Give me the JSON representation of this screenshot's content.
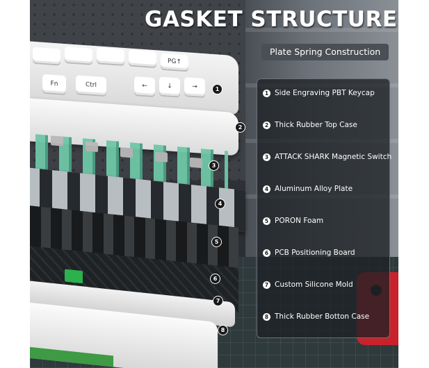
{
  "title": "GASKET STRUCTURE",
  "subtitle": "Plate Spring Construction",
  "keys": {
    "fn": "Fn",
    "ctrl": "Ctrl",
    "pg": "PG↑",
    "left": "←",
    "down": "↓",
    "right": "→"
  },
  "callouts": [
    "1",
    "2",
    "3",
    "4",
    "5",
    "6",
    "7",
    "8"
  ],
  "legend": [
    {
      "num": "1",
      "label": "Side Engraving PBT Keycap"
    },
    {
      "num": "2",
      "label": "Thick Rubber Top Case"
    },
    {
      "num": "3",
      "label": "ATTACK SHARK Magnetic Switch"
    },
    {
      "num": "4",
      "label": "Aluminum Alloy Plate"
    },
    {
      "num": "5",
      "label": "PORON Foam"
    },
    {
      "num": "6",
      "label": "PCB Positioning Board"
    },
    {
      "num": "7",
      "label": "Custom Silicone Mold"
    },
    {
      "num": "8",
      "label": "Thick Rubber Botton Case"
    }
  ],
  "colors": {
    "switch_green": "#6fc7a7",
    "panel_bg": "#1e2125",
    "accent_red": "#c8232c"
  }
}
